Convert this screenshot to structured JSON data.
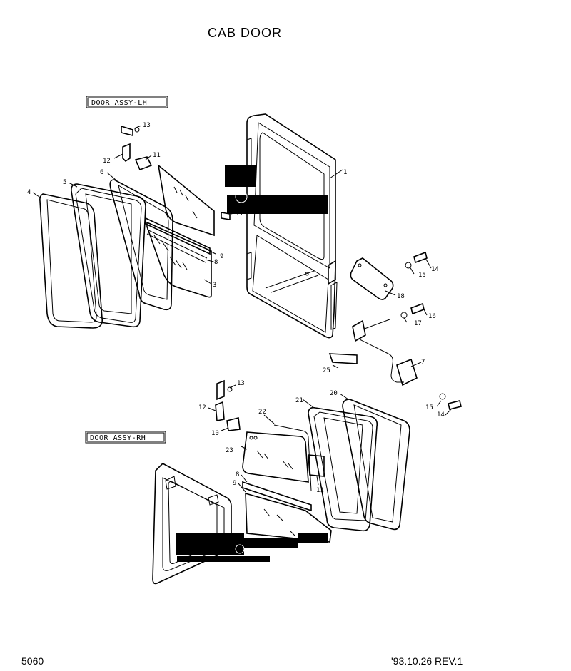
{
  "title": "CAB  DOOR",
  "footer": {
    "page_number": "5060",
    "revision": "'93.10.26  REV.1"
  },
  "assemblies": {
    "lh": "DOOR ASSY-LH",
    "rh": "DOOR ASSY-RH"
  },
  "callouts": {
    "lh_1": "1",
    "lh_3": "3",
    "lh_4": "4",
    "lh_5": "5",
    "lh_6": "6",
    "lh_7": "7",
    "lh_8": "8",
    "lh_9": "9",
    "lh_11a": "11",
    "lh_11b": "11",
    "lh_12": "12",
    "lh_13": "13",
    "lh_14": "14",
    "lh_15": "15",
    "lh_16": "16",
    "lh_17": "17",
    "lh_18": "18",
    "lh_25": "25",
    "rh_8": "8",
    "rh_9": "9",
    "rh_10": "10",
    "rh_11": "11",
    "rh_12": "12",
    "rh_13": "13",
    "rh_14": "14",
    "rh_15": "15",
    "rh_20": "20",
    "rh_21": "21",
    "rh_22": "22",
    "rh_23": "23"
  }
}
